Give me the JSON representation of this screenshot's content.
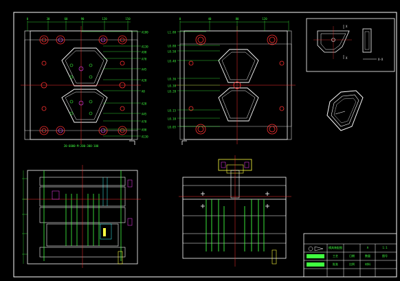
{
  "colors": {
    "frame": "#ffffff",
    "plate": "#ffffff",
    "cavity": "#ffffff",
    "centerline": "#ff3030",
    "dim": "#40ff40",
    "hole": "#ff2020",
    "part_line": "#ffff40",
    "pin": "#40ff40",
    "cyan": "#40ffff",
    "magenta": "#ff40ff",
    "blue_line": "#6060ff",
    "label": "#40ff40",
    "title_text": "#40ff40"
  },
  "top_left_view": {
    "right_labels": [
      "A180",
      "A130",
      "A90",
      "A70",
      "A45",
      "A20",
      "A0",
      "A20",
      "A45",
      "A70",
      "A90",
      "A130"
    ],
    "top_dims": [
      "0",
      "30",
      "60",
      "90",
      "120",
      "150"
    ],
    "bottom_note": "20-6000-M-200-300-100"
  },
  "top_right_view": {
    "left_labels": [
      "L1.80",
      "L0.80",
      "L0.50",
      "L0.40",
      "L0.36",
      "L0.30",
      "L0.20",
      "L0.15",
      "L0.10",
      "L0.05"
    ],
    "top_dims": [
      "0",
      "40",
      "80",
      "120"
    ]
  },
  "part_view": {
    "label_x_top": "X",
    "label_x_bottom": "X",
    "section": "X-X"
  },
  "title_block": {
    "cells": [
      "模具装配图",
      "1:1",
      "A",
      "设计",
      "审核",
      "工艺",
      "批准",
      "日期",
      "比例",
      "数量",
      "材料",
      "图号"
    ]
  }
}
